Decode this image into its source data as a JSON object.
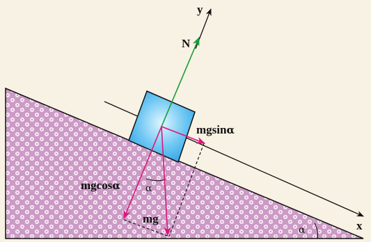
{
  "labels": {
    "y_axis": "y",
    "x_axis": "x",
    "normal_force": "N",
    "weight": "mg",
    "weight_perp_prefix": "mgcos",
    "weight_par_prefix": "mgsin",
    "alpha": "α"
  },
  "colors": {
    "background": "#f7f2e3",
    "incline_fill": "#cc9ac6",
    "incline_pattern": "#f4e6f1",
    "block": "#39a9ea",
    "block_highlight": "#dff6ff",
    "normal_arrow": "#1a9a3a",
    "weight_arrows": "#d8187a",
    "axes": "#111111"
  }
}
